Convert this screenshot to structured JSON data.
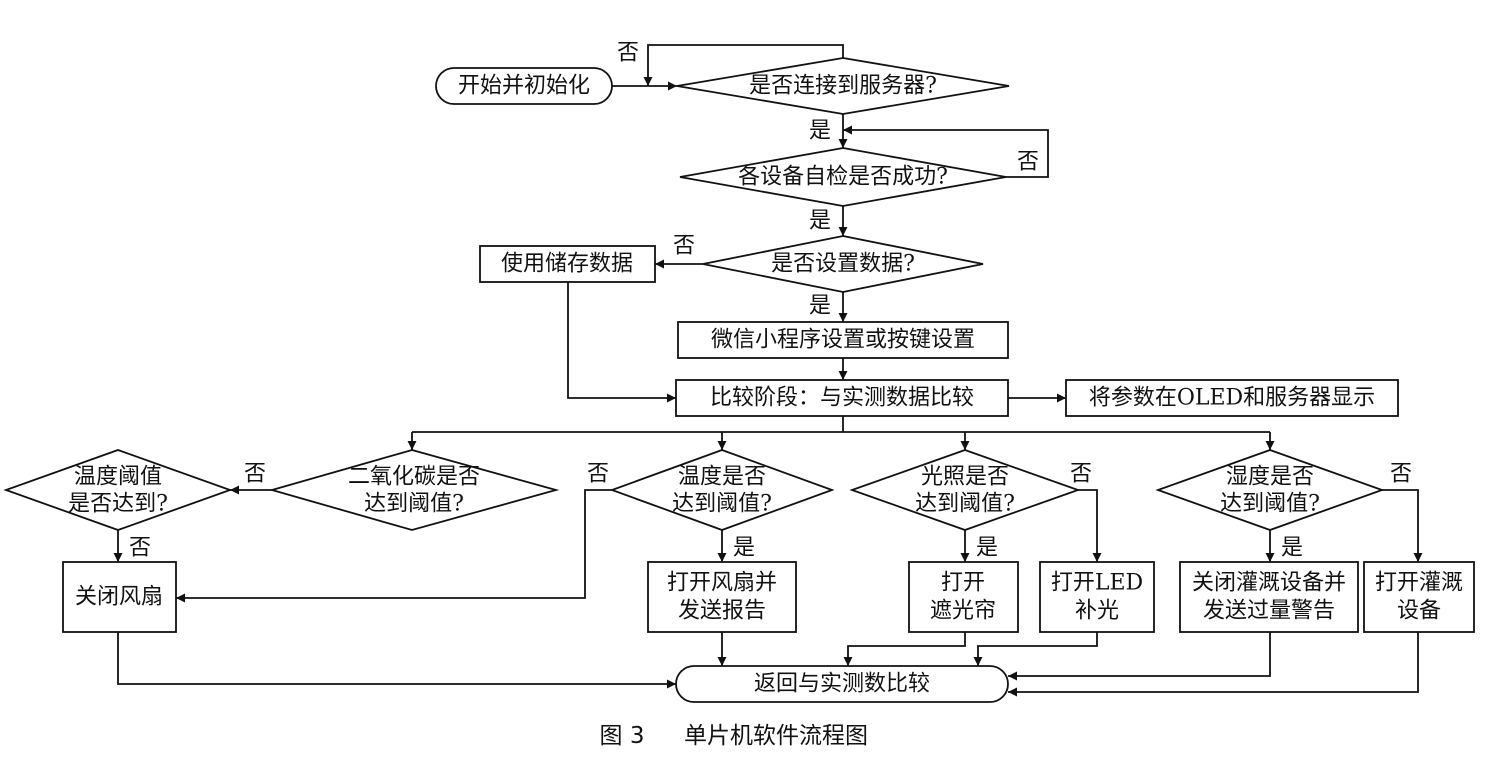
{
  "nodes": {
    "start": "开始并初始化",
    "connect": "是否连接到服务器?",
    "selfcheck": "各设备自检是否成功?",
    "setdata": "是否设置数据?",
    "stored": "使用储存数据",
    "wechat": "微信小程序设置或按键设置",
    "compare": "比较阶段：与实测数据比较",
    "display": "将参数在OLED和服务器显示",
    "co2": [
      "二氧化碳是否",
      "达到阈值?"
    ],
    "tempth": [
      "温度阈值",
      "是否达到?"
    ],
    "temp": [
      "温度是否",
      "达到阈值?"
    ],
    "light": [
      "光照是否",
      "达到阈值?"
    ],
    "humid": [
      "湿度是否",
      "达到阈值?"
    ],
    "fanoff": "关闭风扇",
    "fanon": [
      "打开风扇并",
      "发送报告"
    ],
    "shade": [
      "打开",
      "遮光帘"
    ],
    "led": [
      "打开LED",
      "补光"
    ],
    "irrigoff": [
      "关闭灌溉设备并",
      "发送过量警告"
    ],
    "irrigon": [
      "打开灌溉",
      "设备"
    ],
    "ret": "返回与实测数比较"
  },
  "labels": {
    "yes": "是",
    "no": "否"
  },
  "caption": {
    "figure_no": "图 3",
    "title": "单片机软件流程图"
  }
}
